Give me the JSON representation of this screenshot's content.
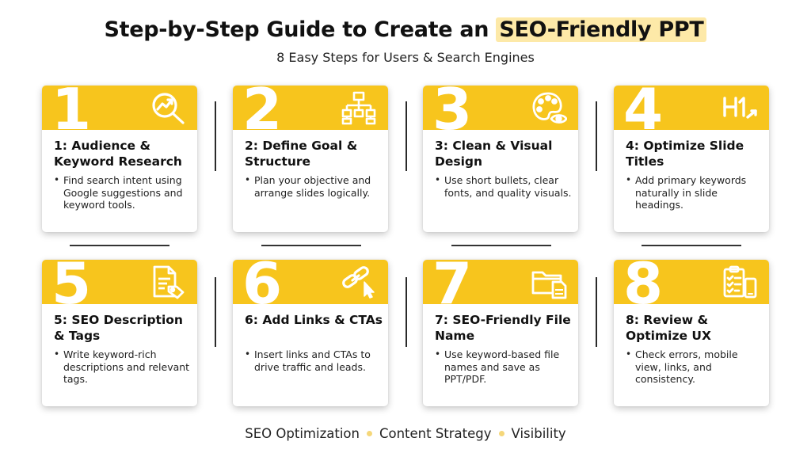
{
  "header": {
    "title_main": "Step-by-Step Guide to Create an",
    "title_highlight": "SEO-Friendly PPT",
    "subtitle": "8 Easy Steps for Users & Search Engines"
  },
  "colors": {
    "accent": "#f7c51d",
    "highlight": "#fde9a8",
    "text": "#111111"
  },
  "steps": [
    {
      "number": "1",
      "icon": "magnifier-chart-icon",
      "heading": "1: Audience & Keyword Research",
      "bullet": "Find search intent using Google suggestions and keyword tools."
    },
    {
      "number": "2",
      "icon": "org-chart-icon",
      "heading": "2: Define Goal & Structure",
      "bullet": "Plan your objective and arrange slides logically."
    },
    {
      "number": "3",
      "icon": "palette-eye-icon",
      "heading": "3: Clean & Visual Design",
      "bullet": "Use short bullets, clear fonts, and quality visuals."
    },
    {
      "number": "4",
      "icon": "h1-heading-icon",
      "heading": "4: Optimize Slide Titles",
      "bullet": "Add primary keywords naturally in slide headings."
    },
    {
      "number": "5",
      "icon": "document-tag-icon",
      "heading": "5: SEO Description & Tags",
      "bullet": "Write keyword-rich descriptions and relevant tags."
    },
    {
      "number": "6",
      "icon": "link-cursor-icon",
      "heading": "6: Add Links & CTAs",
      "bullet": "Insert links and CTAs to drive traffic and leads."
    },
    {
      "number": "7",
      "icon": "folder-ppt-icon",
      "heading": "7: SEO-Friendly File Name",
      "bullet": "Use keyword-based file names and save as PPT/PDF."
    },
    {
      "number": "8",
      "icon": "checklist-mobile-icon",
      "heading": "8: Review & Optimize UX",
      "bullet": "Check errors, mobile view, links, and consistency."
    }
  ],
  "footer": {
    "items": [
      "SEO Optimization",
      "Content Strategy",
      "Visibility"
    ]
  }
}
